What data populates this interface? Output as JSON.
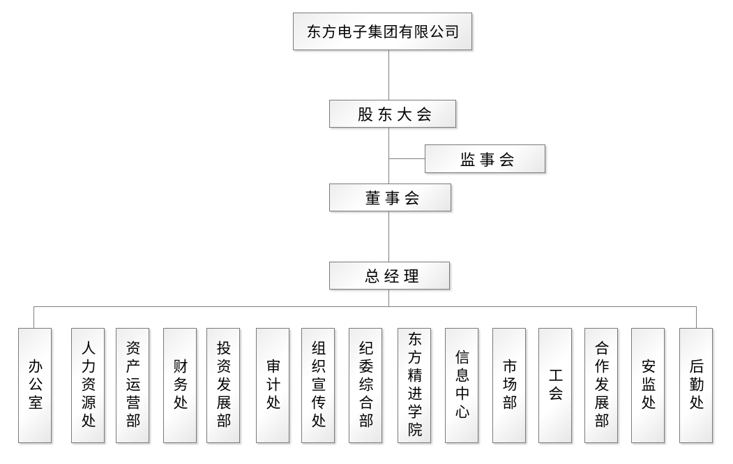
{
  "org_chart": {
    "company": "东方电子集团有限公司",
    "shareholders_meeting": "股东大会",
    "supervisory_board": "监事会",
    "board_of_directors": "董事会",
    "general_manager": "总经理",
    "departments": [
      "办公室",
      "人力资源处",
      "资产运营部",
      "财务处",
      "投资发展部",
      "审计处",
      "组织宣传处",
      "纪委综合部",
      "东方精进学院",
      "信息中心",
      "市场部",
      "工会",
      "合作发展部",
      "安监处",
      "后勤处"
    ]
  },
  "colors": {
    "box_border": "#7a7a7a",
    "connector_line": "#7f7f7f",
    "background": "#ffffff",
    "text": "#000000"
  }
}
